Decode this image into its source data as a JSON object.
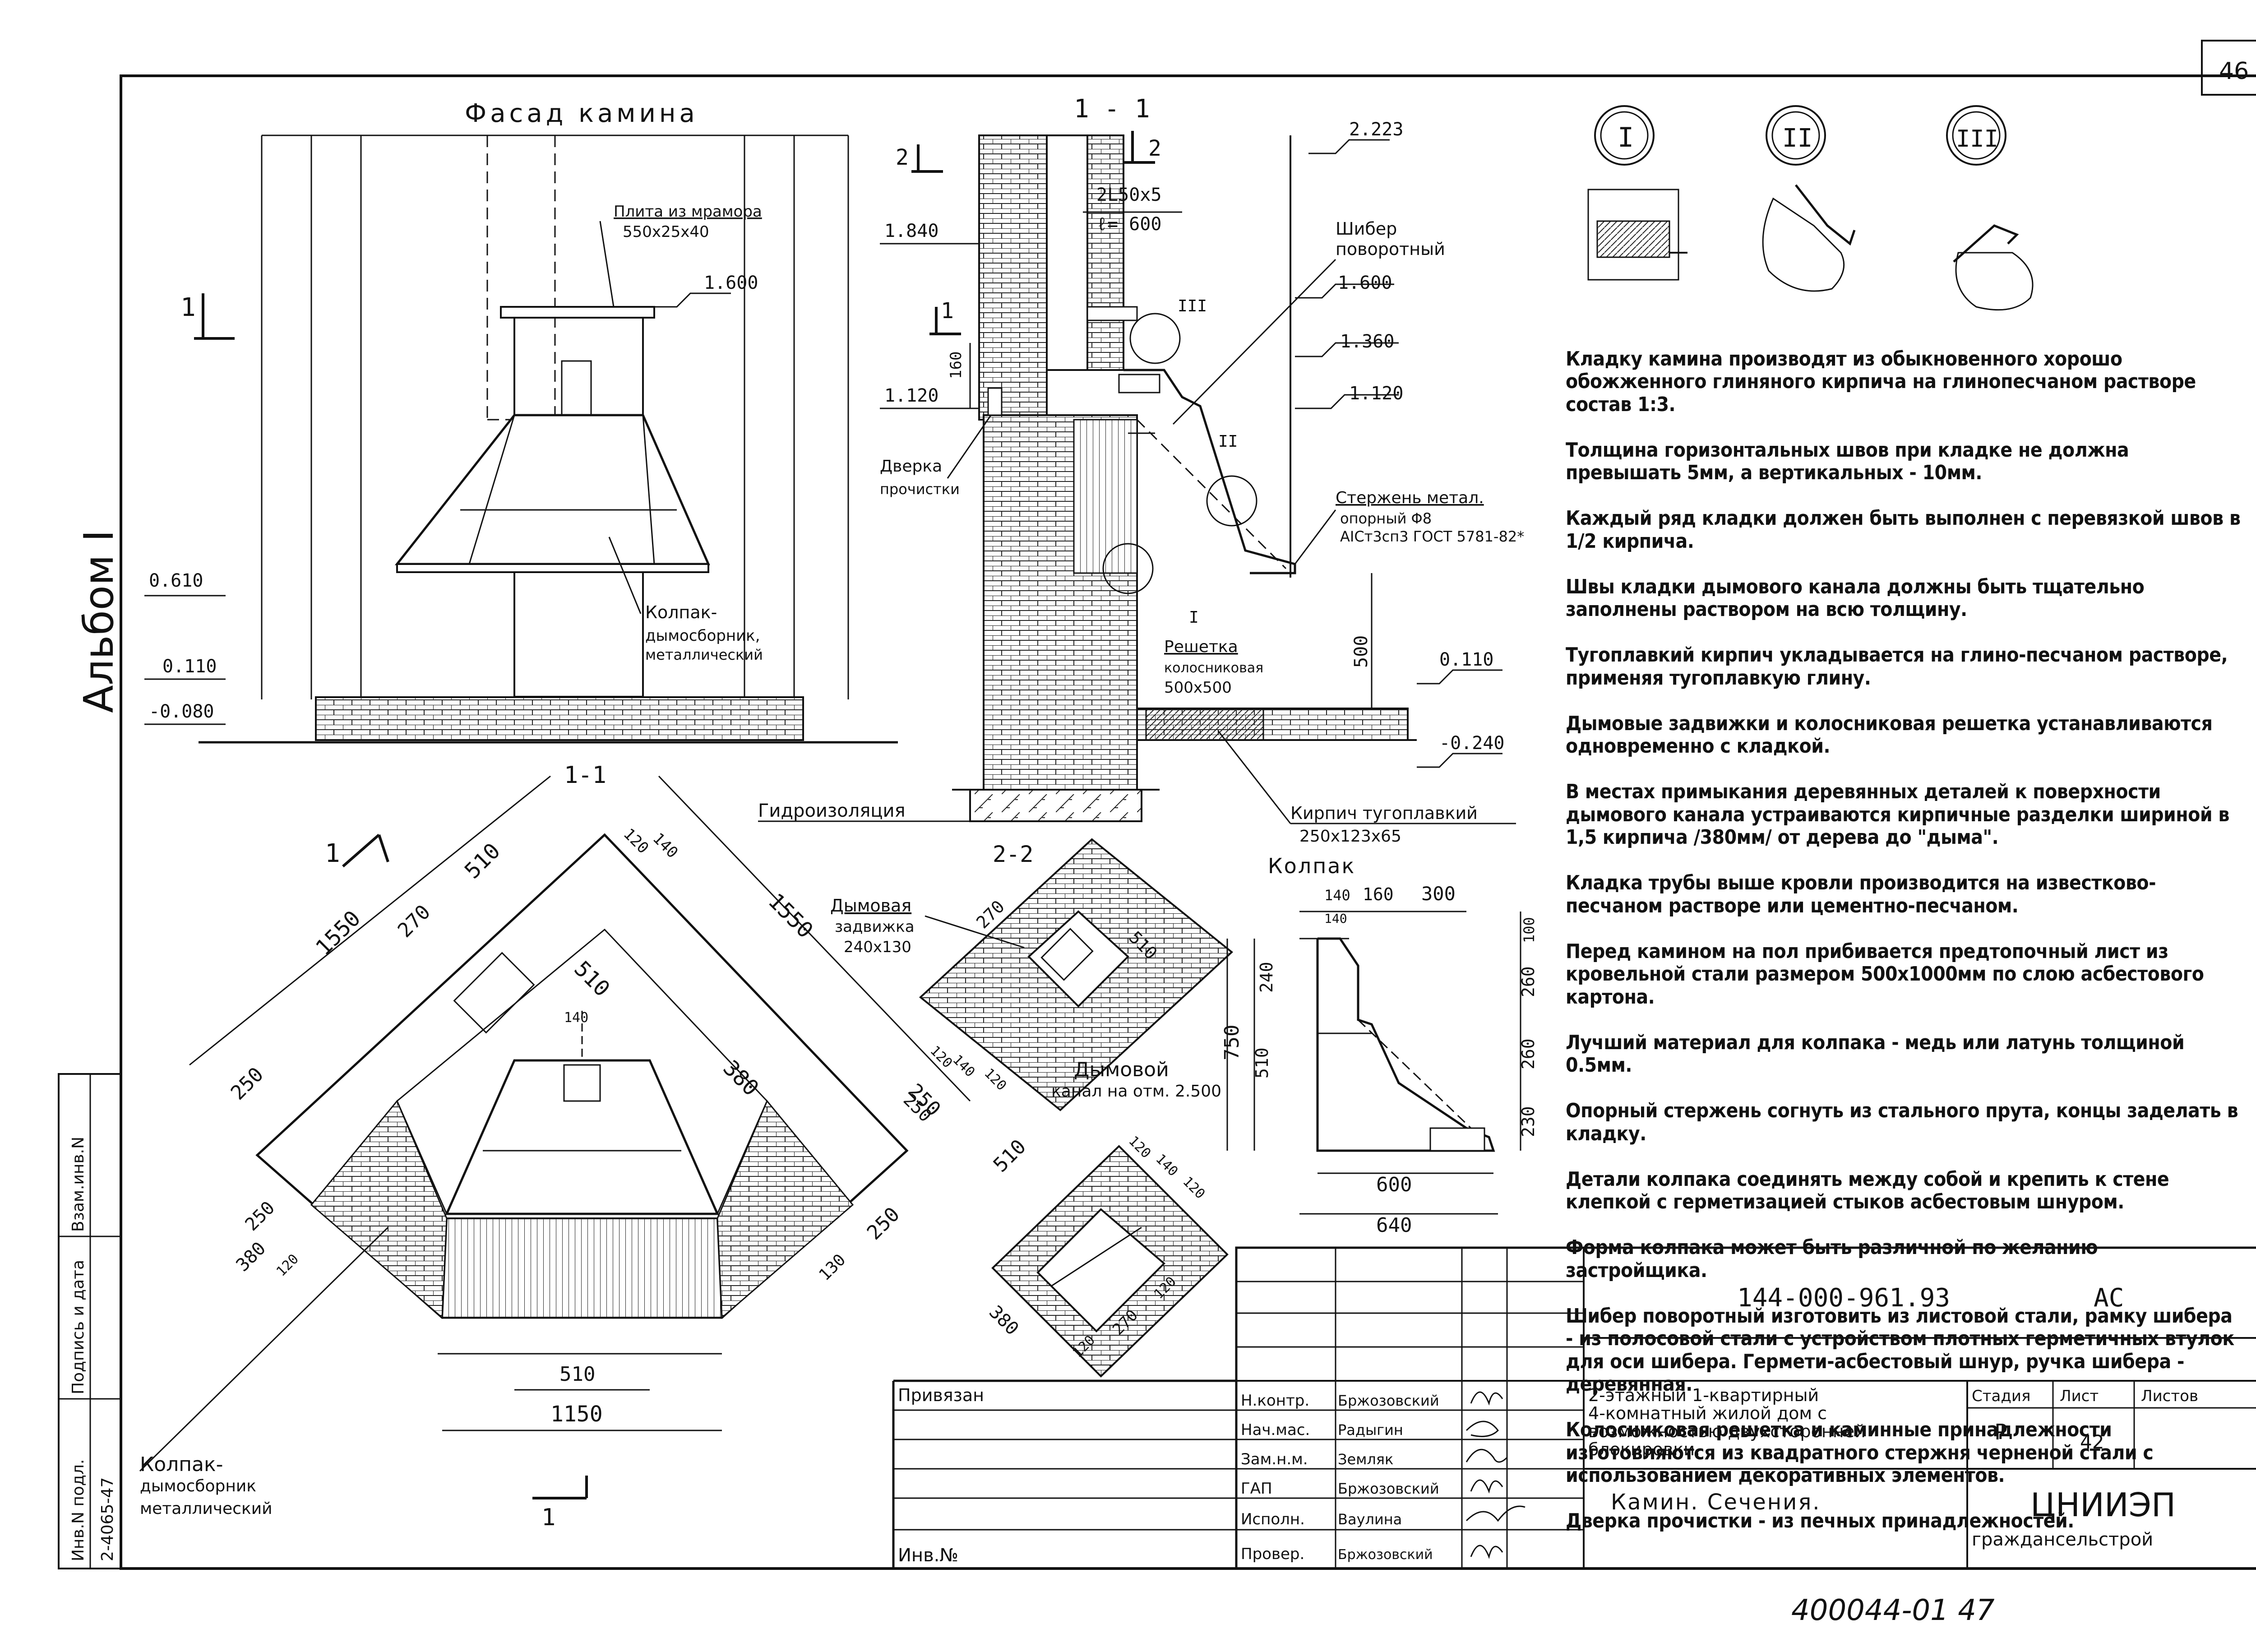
{
  "sheet": {
    "page_number": "46",
    "album_label": "Альбом I",
    "handwritten_number": "400044-01   47"
  },
  "facade": {
    "title": "Фасад камина",
    "slab_label_line1": "Плита из мрамора",
    "slab_label_line2": "550x25x40",
    "cap_label_line1": "Колпак-",
    "cap_label_line2": "дымосборник,",
    "cap_label_line3": "металлический",
    "section_mark": "1",
    "levels": [
      "1.600",
      "0.610",
      "0.110",
      "-0.080"
    ]
  },
  "section_1_1": {
    "title": "1 - 1",
    "angle_line1": "2L50x5",
    "angle_line2": "ℓ= 600",
    "shiber_line1": "Шибер",
    "shiber_line2": "поворотный",
    "door_line1": "Дверка",
    "door_line2": "прочистки",
    "rod_line1": "Стержень метал.",
    "rod_line2": "опорный Φ8",
    "rod_line3": "AIСт3сп3 ГОСТ 5781-82*",
    "grate_line1": "Решетка",
    "grate_line2": "колосниковая",
    "grate_line3": "500x500",
    "waterproof": "Гидроизоляция",
    "brick_line1": "Кирпич тугоплавкий",
    "brick_line2": "250x123x65",
    "levels": [
      "2.223",
      "1.840",
      "1.600",
      "1.360",
      "1.120",
      "1.120",
      "0.110",
      "-0.240"
    ],
    "dims": [
      "160",
      "500"
    ],
    "section_marks": [
      "2",
      "2",
      "1"
    ],
    "callouts": [
      "III",
      "II",
      "I"
    ]
  },
  "plan": {
    "title": "1-1",
    "dims": [
      "1550",
      "1550",
      "510",
      "270",
      "120",
      "140",
      "510",
      "140",
      "250",
      "380",
      "250",
      "250",
      "250",
      "380",
      "120",
      "130",
      "510",
      "1150"
    ],
    "cap_label_line1": "Колпак-",
    "cap_label_line2": "дымосборник",
    "cap_label_line3": "металлический",
    "section_marks": [
      "1",
      "1"
    ]
  },
  "section_2_2": {
    "title": "2-2",
    "damper_line1": "Дымовая",
    "damper_line2": "задвижка",
    "damper_line3": "240x130",
    "dims": [
      "270",
      "510",
      "120",
      "140",
      "120",
      "250"
    ],
    "channel_line1": "Дымовой",
    "channel_line2": "канал на отм. 2.500"
  },
  "section_lower": {
    "dims": [
      "510",
      "120",
      "140",
      "120",
      "380",
      "120",
      "270",
      "120"
    ]
  },
  "cap_detail": {
    "title": "Колпак",
    "dims": [
      "140",
      "160",
      "300",
      "140",
      "100",
      "240",
      "260",
      "510",
      "260",
      "750",
      "230",
      "600",
      "640"
    ]
  },
  "callout_details": [
    "I",
    "II",
    "III"
  ],
  "notes": [
    "Кладку камина производят из обыкновенного хорошо обожженного глиняного кирпича на глинопесчаном растворе состав 1:3.",
    "Толщина горизонтальных швов при кладке не должна превышать 5мм, а вертикальных - 10мм.",
    "Каждый ряд кладки должен быть выполнен с перевязкой швов в 1/2 кирпича.",
    "Швы кладки дымового канала должны быть тщательно заполнены раствором на всю толщину.",
    "Тугоплавкий кирпич укладывается на глино-песчаном растворе, применяя тугоплавкую глину.",
    "Дымовые задвижки и колосниковая решетка устанавливаются одновременно с кладкой.",
    "В местах примыкания деревянных деталей к поверхности дымового канала устраиваются кирпичные разделки шириной в 1,5 кирпича /380мм/ от дерева до \"дыма\".",
    "Кладка трубы выше кровли производится на известково-песчаном растворе или цементно-песчаном.",
    "Перед камином на пол прибивается предтопочный лист из кровельной стали размером 500x1000мм по слою асбестового картона.",
    "Лучший материал для колпака - медь или латунь толщиной 0.5мм.",
    "Опорный стержень согнуть из стального прута, концы заделать в кладку.",
    "Детали колпака соединять между собой и крепить к стене клепкой с герметизацией стыков асбестовым шнуром.",
    "Форма колпака может быть различной по желанию застройщика.",
    "Шибер поворотный изготовить из листовой стали, рамку шибера - из полосовой стали с устройством плотных герметичных втулок для оси шибера. Гермети-асбестовый шнур, ручка шибера - деревянная.",
    "Колосниковая решетка и каминные принадлежности изготовляются из квадратного стержня черненой стали с использованием декоративных элементов.",
    "Дверка прочистки - из печных принадлежностей."
  ],
  "title_block": {
    "code": "144-000-961.93",
    "mark": "АС",
    "privyazan": "Привязан",
    "inv_no": "Инв.№",
    "roles": [
      "Н.контр.",
      "Нач.мас.",
      "Зам.н.м.",
      "ГАП",
      "Исполн.",
      "Провер."
    ],
    "names": [
      "Бржозовский",
      "Радыгин",
      "Земляк",
      "Бржозовский",
      "Ваулина",
      "Бржозовский"
    ],
    "project_line1": "2-этажный 1-квартирный",
    "project_line2": "4-комнатный жилой дом с",
    "project_line3": "возможностью двухсторонней",
    "project_line4": "блокировки.",
    "sheet_title": "Камин. Сечения.",
    "stage_header": "Стадия",
    "sheet_header": "Лист",
    "sheets_header": "Листов",
    "stage": "Р",
    "sheet": "42",
    "org_line1": "ЦНИИЭП",
    "org_line2": "граждансельстрой"
  },
  "side_stamp": {
    "inv_original": "Инв.N подл.",
    "sign_date": "Подпись и дата",
    "vzam": "Взам.инв.N",
    "inv_value": "2-4065-47"
  }
}
